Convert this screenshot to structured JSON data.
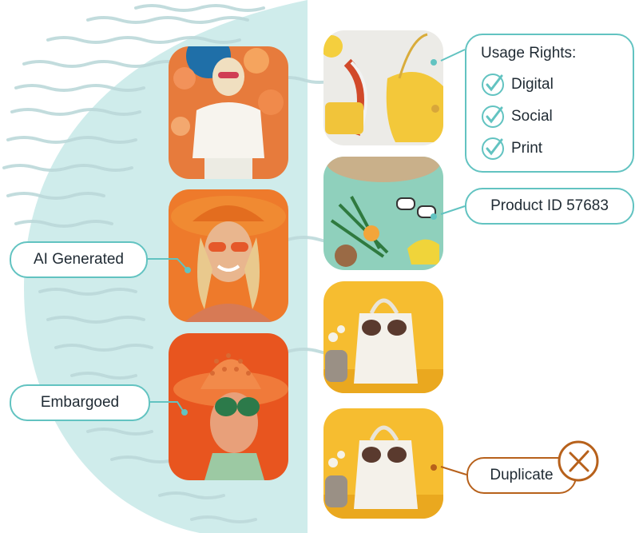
{
  "callouts": {
    "ai_generated": "AI Generated",
    "embargoed": "Embargoed",
    "product_id": "Product ID 57683",
    "duplicate": "Duplicate"
  },
  "usage_rights": {
    "title": "Usage Rights:",
    "items": [
      "Digital",
      "Social",
      "Print"
    ]
  },
  "colors": {
    "teal": "#62c3c1",
    "teal_light": "#cfeceb",
    "brown": "#b7611b"
  },
  "icons": {
    "check": "check-circle-icon",
    "duplicate_mark": "x-circle-icon"
  }
}
